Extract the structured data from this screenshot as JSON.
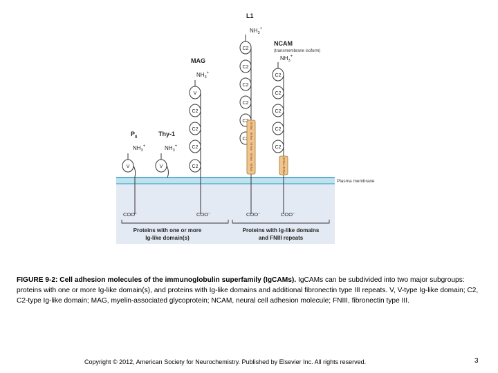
{
  "molecules": {
    "p0": {
      "name": "P",
      "subscript": "0",
      "nh": "NH",
      "nh_sub": "3",
      "charge": "+",
      "domains": [
        "V"
      ],
      "coo": "COO"
    },
    "thy1": {
      "name": "Thy-1",
      "nh": "NH",
      "nh_sub": "3",
      "charge": "+",
      "domains": [
        "V"
      ]
    },
    "mag": {
      "name": "MAG",
      "nh": "NH",
      "nh_sub": "3",
      "charge": "+",
      "domains": [
        "V",
        "C2",
        "C2",
        "C2",
        "C2"
      ],
      "coo": "COO"
    },
    "l1": {
      "name": "L1",
      "nh": "NH",
      "nh_sub": "3",
      "charge": "+",
      "domains": [
        "C2",
        "C2",
        "C2",
        "C2",
        "C2",
        "C2"
      ],
      "fn_labels": [
        "FN III",
        "FN III",
        "FN III",
        "FN III",
        "FN III"
      ],
      "coo": "COO"
    },
    "ncam": {
      "name": "NCAM",
      "isoform": "(transmembrane isoform)",
      "nh": "NH",
      "nh_sub": "3",
      "charge": "+",
      "domains": [
        "C2",
        "C2",
        "C2",
        "C2",
        "C2"
      ],
      "fn_labels": [
        "FN III",
        "FN III"
      ],
      "coo": "COO"
    }
  },
  "coo_charge": "−",
  "membrane_label": "Plasma membrane",
  "groups": {
    "left": {
      "line1": "Proteins with one or more",
      "line2": "Ig-like domain(s)"
    },
    "right": {
      "line1": "Proteins with Ig-like domains",
      "line2": "and FNIII repeats"
    }
  },
  "caption": {
    "title": "FIGURE 9-2: Cell adhesion molecules of the immunoglobulin superfamily (IgCAMs).",
    "body": " IgCAMs can be subdivided into two major subgroups: proteins with one or more Ig-like domain(s), and proteins with Ig-like domains and additional fibronectin type III repeats. V, V-type Ig-like domain; C2, C2-type Ig-like domain; MAG, myelin-associated glycoprotein; NCAM, neural cell adhesion molecule; FNIII, fibronectin type III."
  },
  "copyright": "Copyright © 2012, American Society for Neurochemistry. Published by Elsevier Inc. All rights reserved.",
  "slide_number": "3",
  "colors": {
    "membrane_top": "#5bb1cf",
    "membrane_fill": "#bfe2ee",
    "cytoplasm": "#e4eaf3",
    "fn_fill": "#f1c68e",
    "fn_stroke": "#a8742e",
    "line": "#333333"
  }
}
